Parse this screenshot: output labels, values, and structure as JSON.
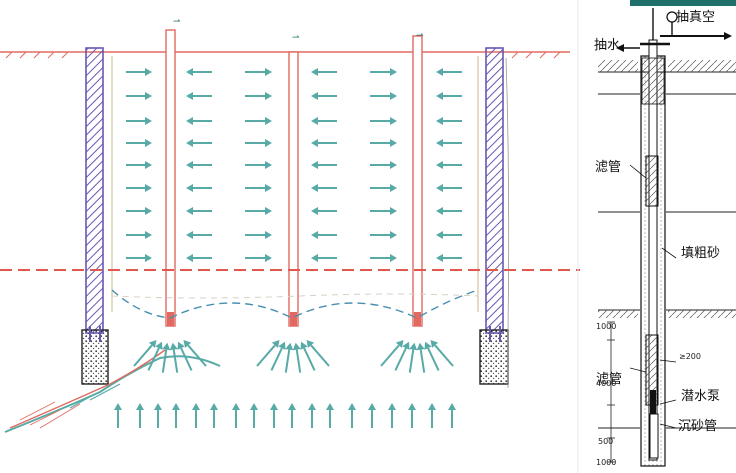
{
  "labels": {
    "vacuum": "抽真空",
    "pump_water": "抽水",
    "filter_tube_upper": "滤管",
    "coarse_sand": "填粗砂",
    "filter_tube_lower": "滤管",
    "submersible_pump": "潜水泵",
    "sand_settling_tube": "沉砂管"
  },
  "dimensions": {
    "d1": "1000",
    "d2": "4000",
    "d3": "500",
    "d4": "1000",
    "diameter": "≥200"
  },
  "colors": {
    "flow_arrow": "#58aaa6",
    "pipe_red": "#e06a60",
    "dashed_red": "#e0574d",
    "wall_purple": "#6a57b4",
    "corner_accent": "#1f6f6a"
  }
}
